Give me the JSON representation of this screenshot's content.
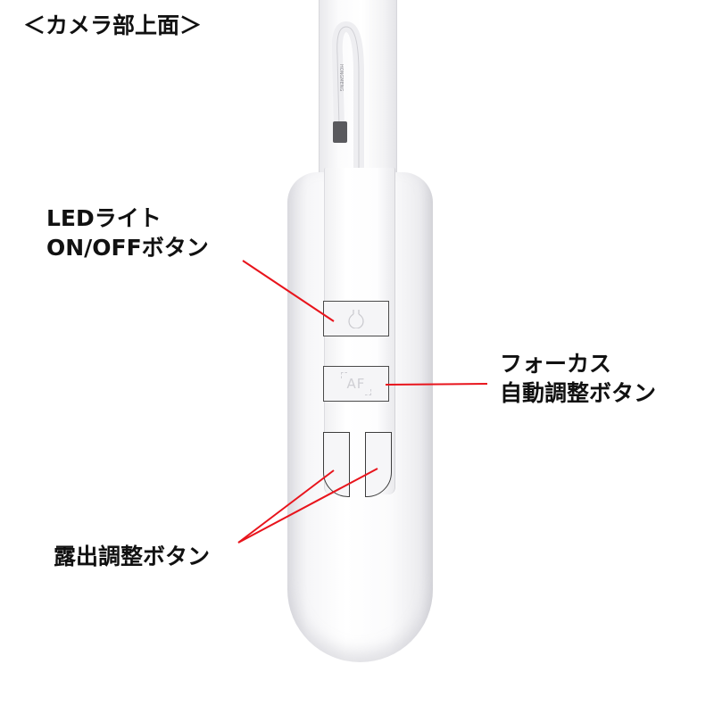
{
  "title": "＜カメラ部上面＞",
  "labels": {
    "led": {
      "line1": "LEDライト",
      "line2": "ON/OFFボタン"
    },
    "focus": {
      "line1": "フォーカス",
      "line2": "自動調整ボタン"
    },
    "exposure": {
      "line1": "露出調整ボタン"
    }
  },
  "device": {
    "cable_brand_text": "HONGMENG",
    "focus_button_glyph": "AF",
    "led_button_icon": "bulb-icon",
    "exposure_buttons": [
      "exposure-minus",
      "exposure-plus"
    ]
  },
  "colors": {
    "leader_line": "#e8141c",
    "text": "#111111",
    "background": "#ffffff",
    "device_body": "#f7f7f9"
  }
}
